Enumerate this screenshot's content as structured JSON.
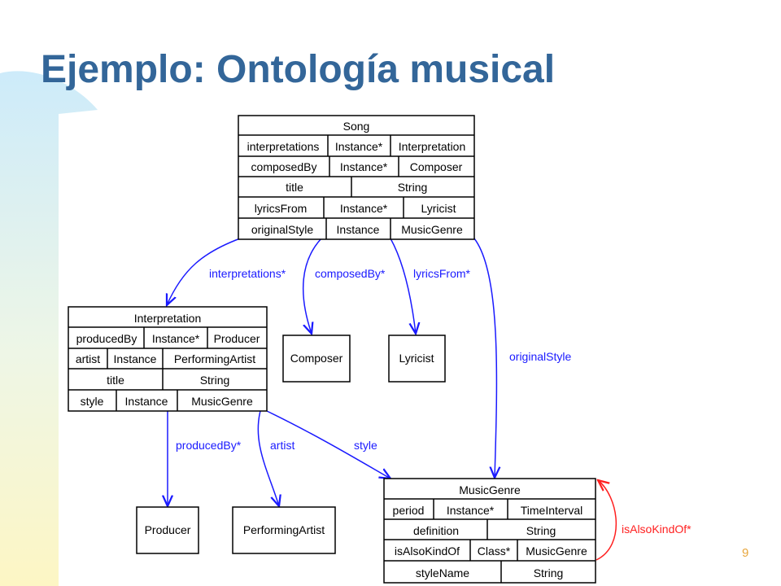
{
  "slide": {
    "title": "Ejemplo: Ontología musical",
    "page_number": "9"
  },
  "diagram": {
    "song": {
      "name": "Song",
      "rows": [
        [
          "interpretations",
          "Instance*",
          "Interpretation"
        ],
        [
          "composedBy",
          "Instance*",
          "Composer"
        ],
        [
          "title",
          "String"
        ],
        [
          "lyricsFrom",
          "Instance*",
          "Lyricist"
        ],
        [
          "originalStyle",
          "Instance",
          "MusicGenre"
        ]
      ]
    },
    "interpretation": {
      "name": "Interpretation",
      "rows": [
        [
          "producedBy",
          "Instance*",
          "Producer"
        ],
        [
          "artist",
          "Instance",
          "PerformingArtist"
        ],
        [
          "title",
          "String"
        ],
        [
          "style",
          "Instance",
          "MusicGenre"
        ]
      ]
    },
    "music_genre": {
      "name": "MusicGenre",
      "rows": [
        [
          "period",
          "Instance*",
          "TimeInterval"
        ],
        [
          "definition",
          "String"
        ],
        [
          "isAlsoKindOf",
          "Class*",
          "MusicGenre"
        ],
        [
          "styleName",
          "String"
        ]
      ]
    },
    "simple_classes": {
      "composer": "Composer",
      "lyricist": "Lyricist",
      "producer": "Producer",
      "performing_artist": "PerformingArtist"
    },
    "edges": {
      "interpretations": "interpretations*",
      "composed_by": "composedBy*",
      "lyrics_from": "lyricsFrom*",
      "original_style": "originalStyle",
      "produced_by": "producedBy*",
      "artist": "artist",
      "style": "style",
      "is_also_kind_of": "isAlsoKindOf*"
    },
    "colors": {
      "edge": "#1a1aff",
      "self_edge": "#ff2020",
      "title": "#336699"
    }
  }
}
